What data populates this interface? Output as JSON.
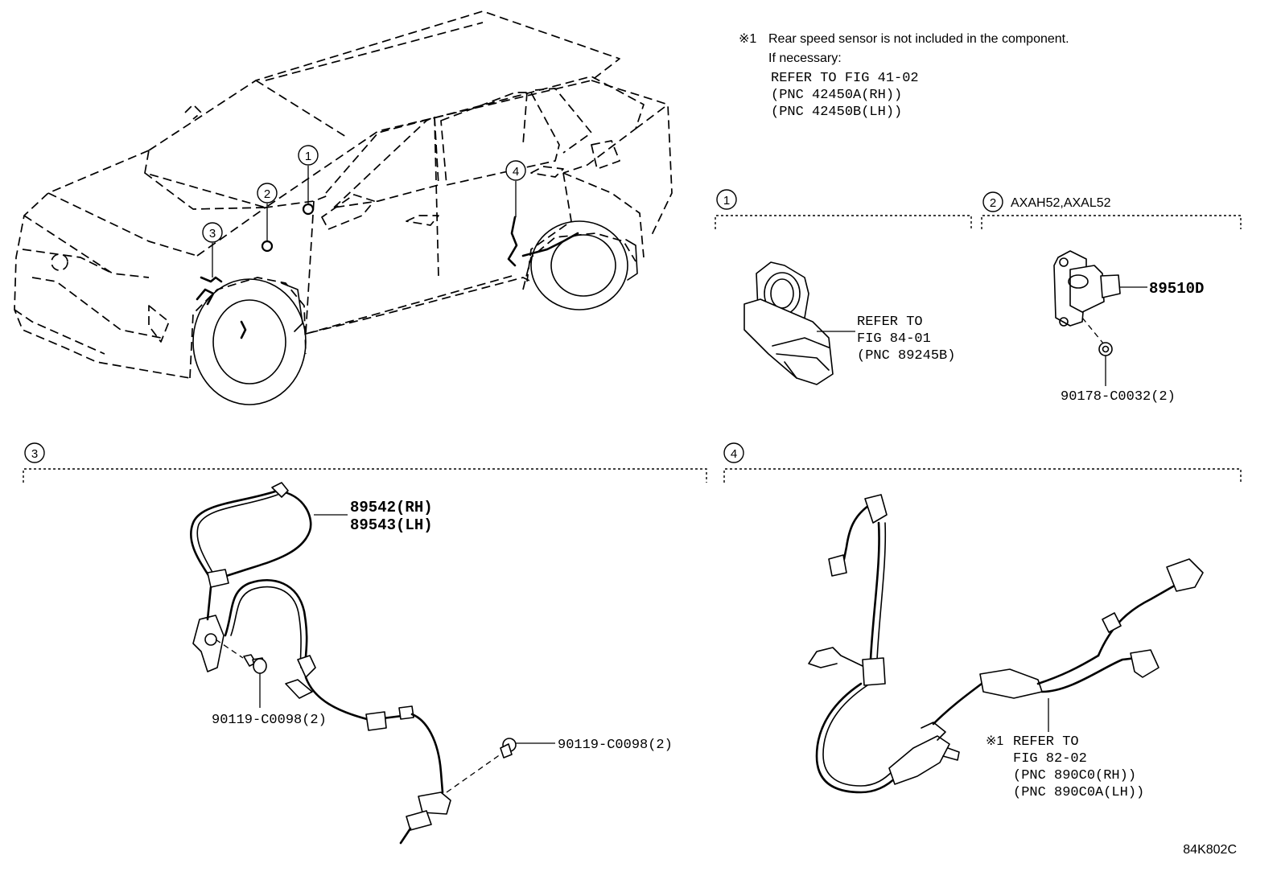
{
  "note": {
    "marker": "※1",
    "line1": "Rear speed sensor is not included in the component.",
    "line2": "If necessary:",
    "line3": "REFER TO FIG 41-02",
    "line4": "(PNC 42450A(RH))",
    "line5": "(PNC 42450B(LH))"
  },
  "callouts": [
    "1",
    "2",
    "3",
    "4"
  ],
  "section1": {
    "num": "1",
    "ref1": "REFER TO",
    "ref2": "FIG 84-01",
    "ref3": "(PNC 89245B)"
  },
  "section2": {
    "num": "2",
    "models": "AXAH52,AXAL52",
    "part": "89510D",
    "fastener": "90178-C0032(2)"
  },
  "section3": {
    "num": "3",
    "part_rh": "89542(RH)",
    "part_lh": "89543(LH)",
    "bolt_a": "90119-C0098(2)",
    "bolt_b": "90119-C0098(2)"
  },
  "section4": {
    "num": "4",
    "marker": "※1",
    "ref1": "REFER TO",
    "ref2": "FIG 82-02",
    "ref3": "(PNC 890C0(RH))",
    "ref4": "(PNC 890C0A(LH))"
  },
  "figure_code": "84K802C"
}
